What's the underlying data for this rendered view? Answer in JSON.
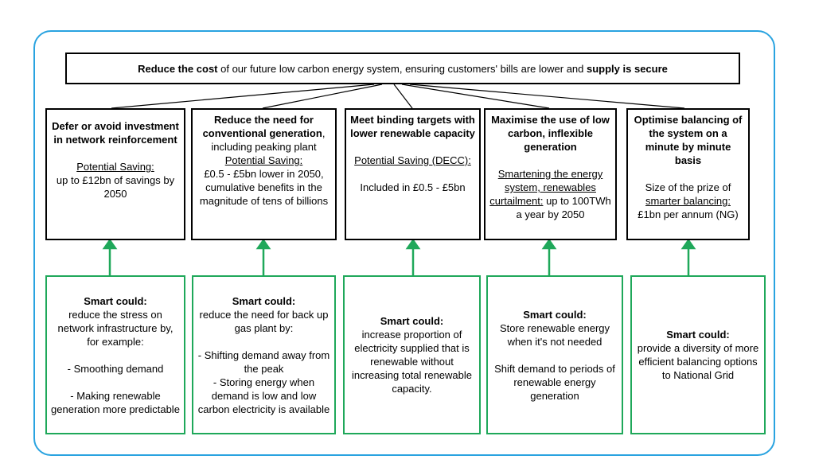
{
  "top_box": {
    "part1_bold": "Reduce the cost",
    "part2": " of our future low carbon energy system, ensuring customers' bills are lower and ",
    "part3_bold": "supply is secure"
  },
  "objectives": [
    {
      "title": "Defer or avoid investment in network reinforcement",
      "saving_label": "Potential Saving:",
      "saving_text": "up to £12bn of savings by 2050"
    },
    {
      "title_bold": "Reduce the need for conventional generation",
      "title_rest": ", including peaking plant",
      "saving_label": "Potential Saving:",
      "saving_text": "£0.5 - £5bn lower in 2050, cumulative benefits in the magnitude of tens of billions"
    },
    {
      "title": "Meet binding targets with lower renewable capacity",
      "saving_label": "Potential Saving (DECC):",
      "saving_text": "Included in £0.5 - £5bn"
    },
    {
      "title": "Maximise the use of low carbon, inflexible generation",
      "saving_label": "Smartening the energy system, renewables curtailment:",
      "saving_text": " up to 100TWh a year by 2050"
    },
    {
      "title": "Optimise balancing of the system on a minute by minute basis",
      "saving_intro": "Size of the prize of",
      "saving_label": "smarter balancing:",
      "saving_text": "£1bn per annum (NG)"
    }
  ],
  "smart_boxes": [
    {
      "heading": "Smart could:",
      "intro": "reduce the stress on network infrastructure by, for example:",
      "bullets": [
        "- Smoothing demand",
        "- Making renewable generation more predictable"
      ]
    },
    {
      "heading": "Smart could:",
      "intro": "reduce the need for back up gas plant by:",
      "bullets": [
        "- Shifting demand away from the peak",
        "- Storing energy when demand is low and low carbon electricity is available"
      ]
    },
    {
      "heading": "Smart could:",
      "intro": "increase proportion of electricity supplied that is renewable without increasing total renewable capacity."
    },
    {
      "heading": "Smart could:",
      "intro": "Store renewable energy when it's not needed",
      "bullets": [
        "Shift demand to periods of renewable energy generation"
      ]
    },
    {
      "heading": "Smart could:",
      "intro": "provide a diversity of more efficient balancing  options to National Grid"
    }
  ]
}
